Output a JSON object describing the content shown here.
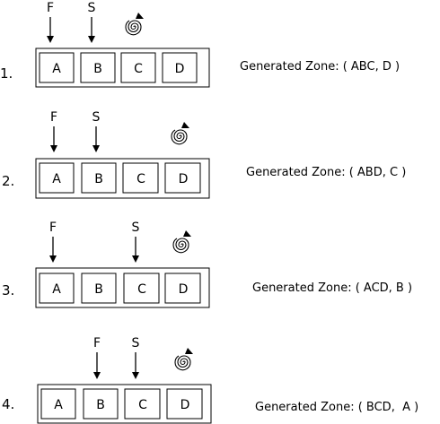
{
  "rows": [
    {
      "step": "1.",
      "pointers": {
        "F": "F",
        "S": "S"
      },
      "cells": [
        "A",
        "B",
        "C",
        "D"
      ],
      "zone_label": "Generated Zone: ( ABC, D )"
    },
    {
      "step": "2.",
      "pointers": {
        "F": "F",
        "S": "S"
      },
      "cells": [
        "A",
        "B",
        "C",
        "D"
      ],
      "zone_label": "Generated Zone: ( ABD, C )"
    },
    {
      "step": "3.",
      "pointers": {
        "F": "F",
        "S": "S"
      },
      "cells": [
        "A",
        "B",
        "C",
        "D"
      ],
      "zone_label": "Generated Zone: ( ACD, B )"
    },
    {
      "step": "4.",
      "pointers": {
        "F": "F",
        "S": "S"
      },
      "cells": [
        "A",
        "B",
        "C",
        "D"
      ],
      "zone_label": "Generated Zone: ( BCD,  A )"
    }
  ],
  "icons": {
    "spiral": "spiral-arrow-icon",
    "pointer": "down-arrow-icon"
  }
}
